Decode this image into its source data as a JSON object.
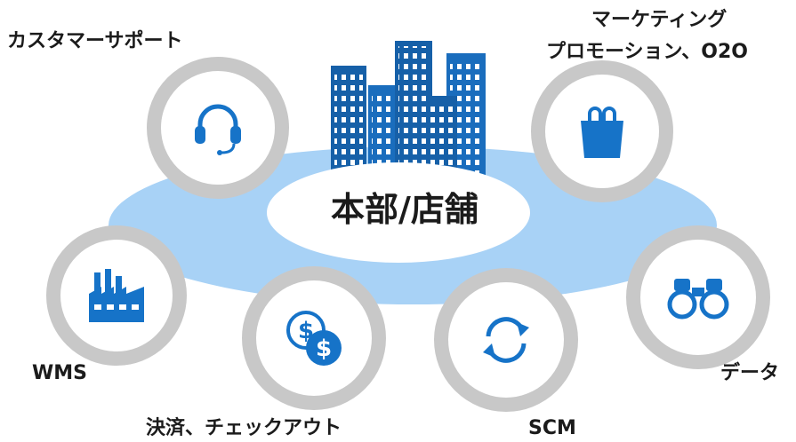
{
  "center": {
    "title": "本部/店舗",
    "icon": "office-buildings-icon"
  },
  "nodes": [
    {
      "id": "support",
      "label": "カスタマーサポート",
      "icon": "headset-icon"
    },
    {
      "id": "marketing",
      "label_line1": "マーケティング",
      "label_line2": "プロモーション、O2O",
      "icon": "shopping-bag-icon"
    },
    {
      "id": "wms",
      "label": "WMS",
      "icon": "factory-icon"
    },
    {
      "id": "payment",
      "label": "決済、チェックアウト",
      "icon": "dollar-coins-icon"
    },
    {
      "id": "scm",
      "label": "SCM",
      "icon": "refresh-cycle-icon"
    },
    {
      "id": "data",
      "label": "データ",
      "icon": "binoculars-icon"
    }
  ],
  "colors": {
    "ring": "#c8c8c8",
    "platform": "#a8d2f6",
    "icon_blue": "#1673c8",
    "building_dark": "#1660a8"
  }
}
